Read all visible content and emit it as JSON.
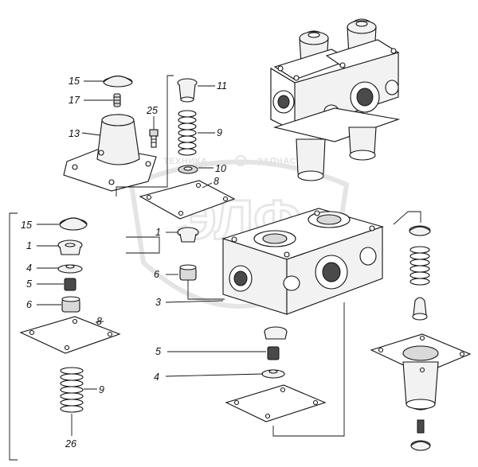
{
  "watermark": {
    "line_left": "ТЕХНИКА",
    "line_right": "ЗАПЧАСТИ",
    "logo_letters": "ЭЛФ"
  },
  "callouts": {
    "top_left": {
      "c15": "15",
      "c17": "17",
      "c13": "13",
      "c25": "25"
    },
    "top_center": {
      "c11": "11",
      "c9": "9",
      "c10": "10",
      "c8": "8"
    },
    "inset_left": {
      "c15": "15",
      "c1": "1",
      "c4": "4",
      "c5": "5",
      "c6": "6",
      "c8": "8",
      "c9": "9",
      "c26": "26"
    },
    "middle": {
      "c1": "1",
      "c6": "6",
      "c3": "3",
      "c5": "5",
      "c4": "4"
    }
  }
}
